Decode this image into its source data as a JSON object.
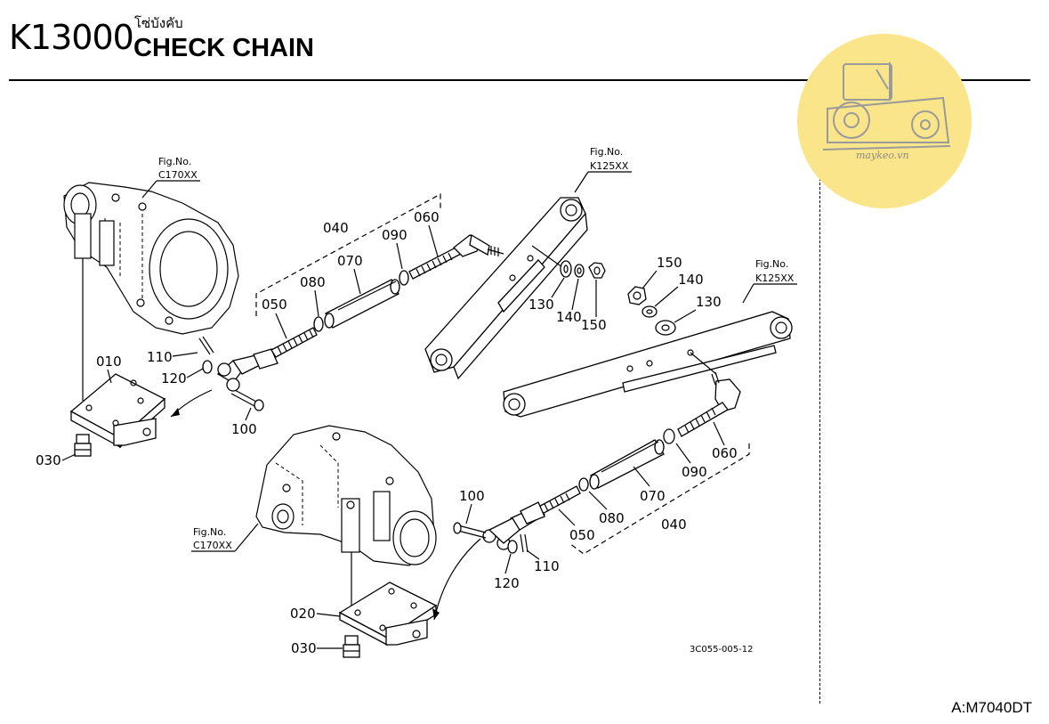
{
  "header": {
    "code": "K13000",
    "title_thai": "โซ่บังคับ",
    "title_en": "CHECK CHAIN"
  },
  "watermark": {
    "text": "maykeo.vn",
    "color": "#FBE58A"
  },
  "refs": {
    "fig_no": "Fig.No.",
    "c170": "C170XX",
    "k125": "K125XX"
  },
  "labels": {
    "p010": "010",
    "p020": "020",
    "p030": "030",
    "p040": "040",
    "p050": "050",
    "p060": "060",
    "p070": "070",
    "p080": "080",
    "p090": "090",
    "p100": "100",
    "p110": "110",
    "p120": "120",
    "p130": "130",
    "p140": "140",
    "p150": "150"
  },
  "drawing_code": "3C055-005-12",
  "footer": "A:M7040DT"
}
